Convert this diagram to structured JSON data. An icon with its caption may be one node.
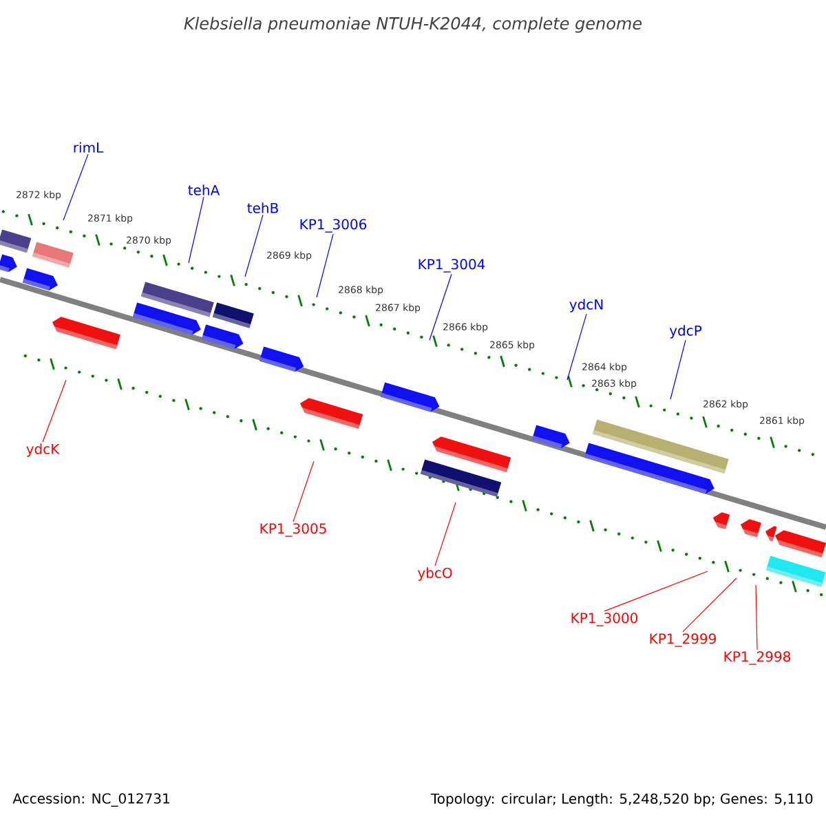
{
  "diagram": {
    "title": "*Klebsiella pneumoniae* NTUH-K2044, complete genome",
    "nodes": [
      {
        "text": [
          "rimL"
        ]
      },
      {
        "text": [
          "tehA"
        ]
      },
      {
        "text": [
          "tehB"
        ]
      },
      {
        "text": [
          "KP1_3006"
        ]
      },
      {
        "text": [
          "KP1_3004"
        ]
      },
      {
        "text": [
          "ydcN"
        ]
      },
      {
        "text": [
          "ydcP"
        ]
      },
      {
        "text": [
          "ydcK"
        ]
      },
      {
        "text": [
          "KP1_3005"
        ]
      },
      {
        "text": [
          "ybcO"
        ]
      },
      {
        "text": [
          "KP1_3000"
        ]
      },
      {
        "text": [
          "KP1_2999"
        ]
      },
      {
        "text": [
          "KP1_2998"
        ]
      }
    ],
    "edges": [
      {
        "from": 0,
        "to": null,
        "arrow": "none",
        "color": "#0000ff"
      },
      {
        "from": 1,
        "to": null,
        "arrow": "none",
        "color": "#0000ff"
      },
      {
        "from": 2,
        "to": null,
        "arrow": "none",
        "color": "#0000ff"
      },
      {
        "from": 3,
        "to": null,
        "arrow": "none",
        "color": "#0000ff"
      },
      {
        "from": 4,
        "to": null,
        "arrow": "none",
        "color": "#0000ff"
      },
      {
        "from": 5,
        "to": null,
        "arrow": "none",
        "color": "#0000ff"
      },
      {
        "from": 6,
        "to": null,
        "arrow": "none",
        "color": "#0000ff"
      },
      {
        "from": 7,
        "to": null,
        "arrow": "none",
        "color": "#ff0000"
      },
      {
        "from": 8,
        "to": null,
        "arrow": "none",
        "color": "#ff0000"
      },
      {
        "from": 9,
        "to": null,
        "arrow": "none",
        "color": "#ff0000"
      },
      {
        "from": 10,
        "to": null,
        "arrow": "none",
        "color": "#ff0000"
      },
      {
        "from": 11,
        "to": null,
        "arrow": "none",
        "color": "#ff0000"
      },
      {
        "from": 12,
        "to": null,
        "arrow": "none",
        "color": "#ff0000"
      }
    ],
    "labels": [
      "2872 kbp",
      "2871 kbp",
      "2870 kbp",
      "2869 kbp",
      "2868 kbp",
      "2867 kbp",
      "2866 kbp",
      "2865 kbp",
      "2864 kbp",
      "2863 kbp",
      "2862 kbp",
      "2861 kbp",
      "Accession: NC_012731",
      "Topology: circular; Length: 5,248,520 bp; Genes: 5,110"
    ]
  }
}
